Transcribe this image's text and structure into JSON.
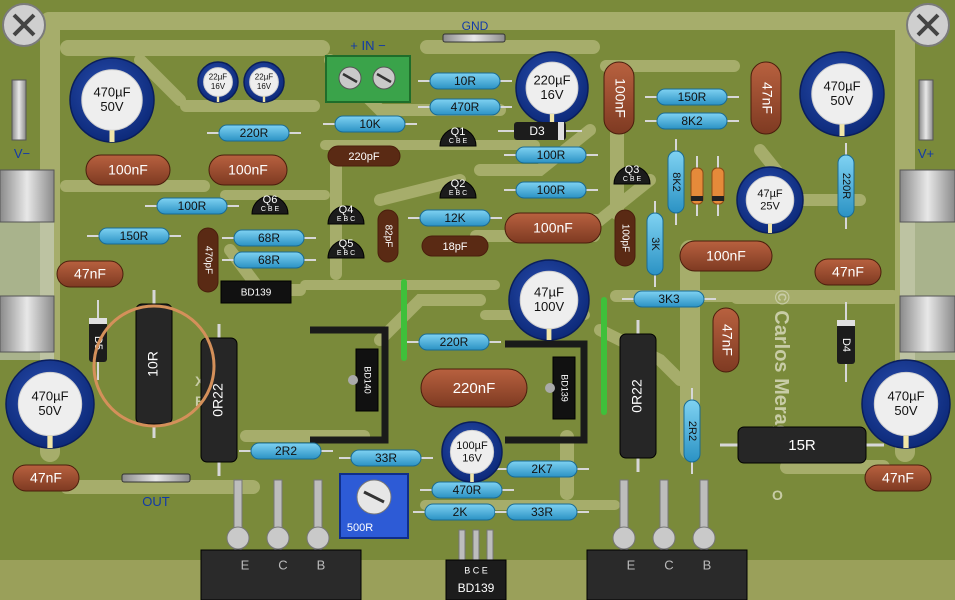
{
  "labels": {
    "gnd": "GND",
    "input": "+  IN  −",
    "v_minus": "V−",
    "v_plus": "V+",
    "out": "OUT",
    "author": "© Carlos Meragli",
    "partial_x": "X",
    "partial_e": "E",
    "partial_o": "O"
  },
  "electrolytics": [
    {
      "value": "470µF",
      "voltage": "50V"
    },
    {
      "value": "22µF",
      "voltage": "16V"
    },
    {
      "value": "22µF",
      "voltage": "16V"
    },
    {
      "value": "220µF",
      "voltage": "16V"
    },
    {
      "value": "470µF",
      "voltage": "50V"
    },
    {
      "value": "47µF",
      "voltage": "25V"
    },
    {
      "value": "47µF",
      "voltage": "100V"
    },
    {
      "value": "470µF",
      "voltage": "50V"
    },
    {
      "value": "470µF",
      "voltage": "50V"
    },
    {
      "value": "100µF",
      "voltage": "16V"
    }
  ],
  "film_caps": [
    "100nF",
    "100nF",
    "100nF",
    "100nF",
    "100nF",
    "220nF",
    "47nF",
    "47nF",
    "47nF",
    "47nF",
    "100nF",
    "100nF",
    "470pF",
    "100pF",
    "82pF",
    "220pF",
    "18pF",
    "47nF"
  ],
  "resistors": [
    "10R",
    "470R",
    "10K",
    "220R",
    "150R",
    "8K2",
    "100R",
    "100R",
    "100R",
    "150R",
    "12K",
    "68R",
    "68R",
    "8K2",
    "3K",
    "220R",
    "3K3",
    "220R",
    "2R2",
    "33R",
    "2K7",
    "470R",
    "2K",
    "33R",
    "2R2"
  ],
  "power_resistors": [
    "10R",
    "0R22",
    "0R22",
    "15R"
  ],
  "transistors": [
    {
      "name": "Q1",
      "pins": "C B E"
    },
    {
      "name": "Q2",
      "pins": "E B C"
    },
    {
      "name": "Q3",
      "pins": "C B E"
    },
    {
      "name": "Q4",
      "pins": "E B C"
    },
    {
      "name": "Q5",
      "pins": "E B C"
    },
    {
      "name": "Q6",
      "pins": "C B E"
    }
  ],
  "diodes": [
    "D3",
    "D4",
    "D5"
  ],
  "drivers": [
    "BD139",
    "BD140",
    "BD139"
  ],
  "trimmer": "500R",
  "bottom_device": {
    "name": "BD139",
    "pins": "B C E"
  },
  "output_pins_left": [
    "E",
    "C",
    "B"
  ],
  "output_pins_right": [
    "E",
    "C",
    "B"
  ]
}
